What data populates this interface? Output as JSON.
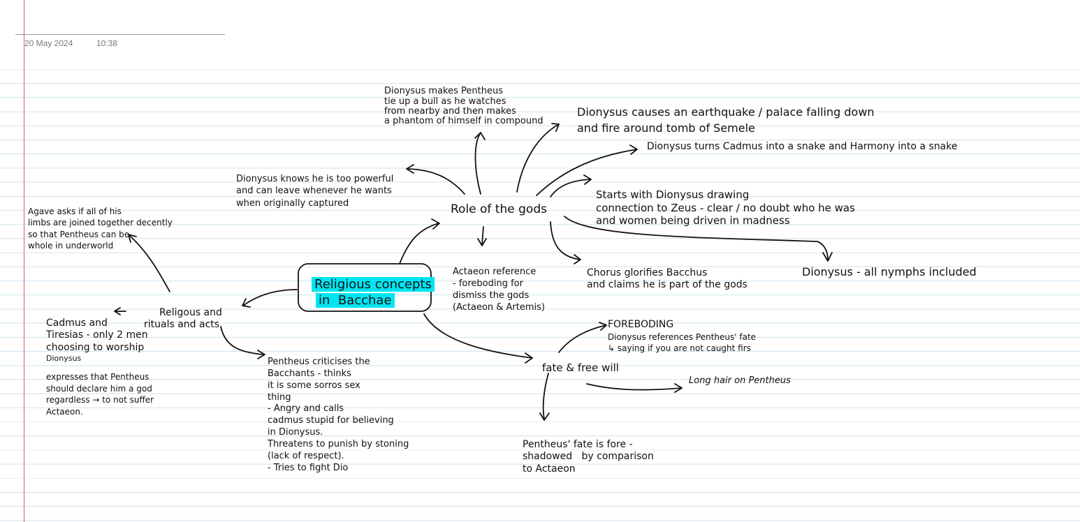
{
  "page": {
    "date": "20 May 2024",
    "time": "10:38"
  },
  "center": {
    "line1": "Religious concepts",
    "line2": "in  Bacchae"
  },
  "role": {
    "title": "Role of the gods",
    "bull": [
      "Dionysus makes Pentheus",
      "tie up a bull as he watches",
      "from nearby and then makes",
      "a phantom of himself in compound"
    ],
    "earthquake": [
      "Dionysus causes an earthquake / palace falling down",
      "and fire around tomb of Semele"
    ],
    "snake": "Dionysus turns Cadmus into a snake and Harmony into a snake",
    "zeus": [
      "Starts with Dionysus drawing",
      "connection to Zeus - clear / no doubt who he was",
      "and women being driven in madness"
    ],
    "powerful": [
      "Dionysus knows he is too powerful",
      "and can leave whenever he wants",
      "when originally captured"
    ],
    "actaeon": [
      "Actaeon reference",
      "- foreboding for",
      "dismiss the gods",
      "(Actaeon & Artemis)"
    ],
    "chorus": [
      "Chorus glorifies Bacchus",
      "and claims he is part of the gods"
    ],
    "nymphs": "Dionysus - all nymphs included"
  },
  "rituals": {
    "title": [
      "Religous and",
      "rituals and acts"
    ],
    "agave": [
      "Agave asks if all of his",
      "limbs are joined together decently",
      "so that Pentheus can be",
      "whole in underworld"
    ],
    "cadmus": [
      "Cadmus and",
      "Tiresias - only 2 men",
      "choosing to worship",
      "Dionysus"
    ],
    "expresses": [
      "expresses that Pentheus",
      "should declare him a god",
      "regardless → to not suffer",
      "Actaeon."
    ],
    "pentheus": [
      "Pentheus criticises the",
      "Bacchants - thinks",
      "it is some sorros sex",
      "thing",
      "- Angry and calls",
      "cadmus stupid for believing",
      "in Dionysus.",
      "Threatens to punish by stoning",
      "(lack of respect).",
      "- Tries to fight Dio"
    ]
  },
  "fate": {
    "title": "fate & free will",
    "foreboding": [
      "FOREBODING",
      "Dionysus references Pentheus' fate",
      "↳ saying if you are not caught firs"
    ],
    "hair": "Long hair on Pentheus",
    "shadowed": [
      "Pentheus' fate is fore -",
      "shadowed   by comparison",
      "to Actaeon"
    ]
  },
  "colors": {
    "highlight": "#00e5f2",
    "margin": "#e35a5a",
    "rule": "#cfe4f2"
  }
}
